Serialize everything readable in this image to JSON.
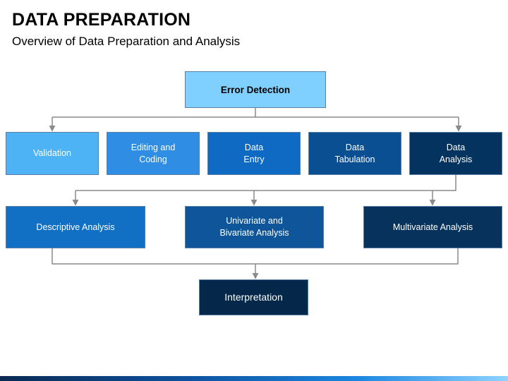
{
  "header": {
    "title": "DATA PREPARATION",
    "subtitle": "Overview of Data Preparation and Analysis"
  },
  "diagram": {
    "top": {
      "label": "Error Detection"
    },
    "steps": [
      {
        "label": "Validation"
      },
      {
        "label": "Editing and\nCoding"
      },
      {
        "label": "Data\nEntry"
      },
      {
        "label": "Data\nTabulation"
      },
      {
        "label": "Data\nAnalysis"
      }
    ],
    "analyses": [
      {
        "label": "Descriptive Analysis"
      },
      {
        "label": "Univariate and\nBivariate Analysis"
      },
      {
        "label": "Multivariate Analysis"
      }
    ],
    "result": {
      "label": "Interpretation"
    }
  },
  "colors": {
    "error_detection": "#7fd0ff",
    "validation": "#4db3f5",
    "editing": "#2f8de4",
    "entry": "#0f6ac3",
    "tabulation": "#0a4f92",
    "analysis": "#04335f",
    "descriptive": "#1270c4",
    "univariate": "#0e5699",
    "multivariate": "#06325c",
    "interpretation": "#04274a",
    "connector": "#8a8a8a"
  }
}
